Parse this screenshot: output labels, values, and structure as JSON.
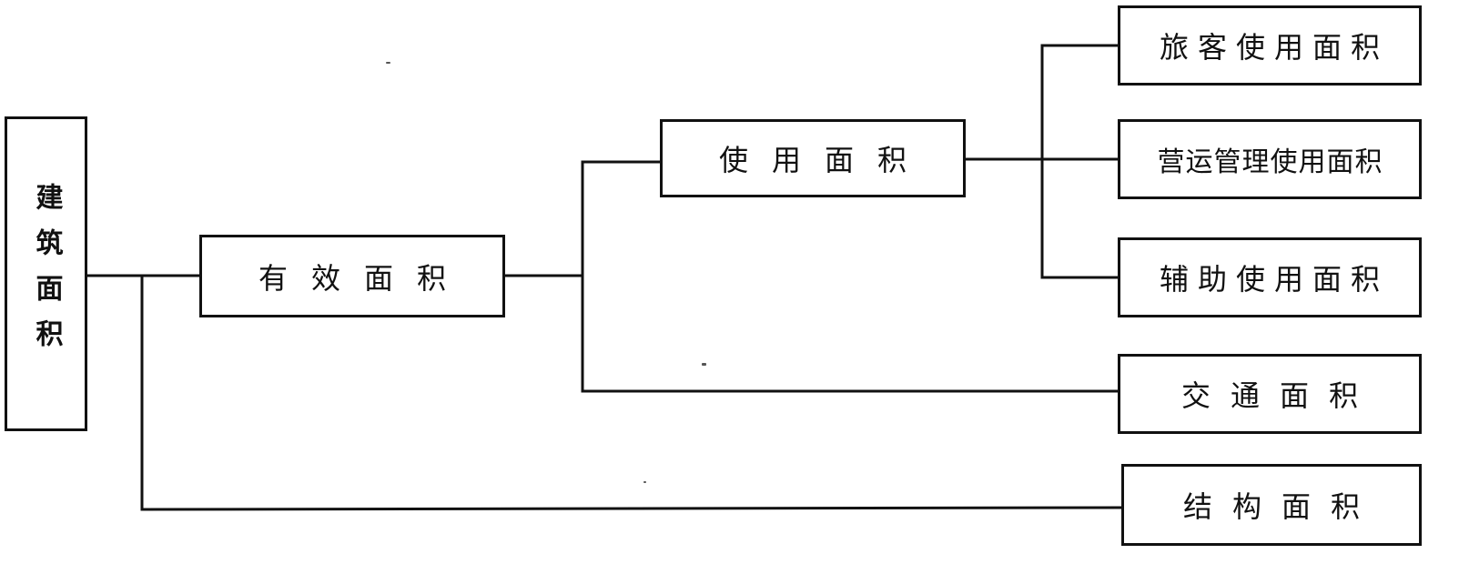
{
  "diagram": {
    "root": {
      "label": "建筑面积"
    },
    "effective": {
      "label": "有效面积"
    },
    "usage": {
      "label": "使用面积"
    },
    "passenger": {
      "label": "旅客使用面积"
    },
    "operation": {
      "label": "营运管理使用面积"
    },
    "auxiliary": {
      "label": "辅助使用面积"
    },
    "circulation": {
      "label": "交通面积"
    },
    "structure": {
      "label": "结构面积"
    },
    "line_color": "#111111",
    "box_border_color": "#111111",
    "background_color": "#ffffff"
  }
}
